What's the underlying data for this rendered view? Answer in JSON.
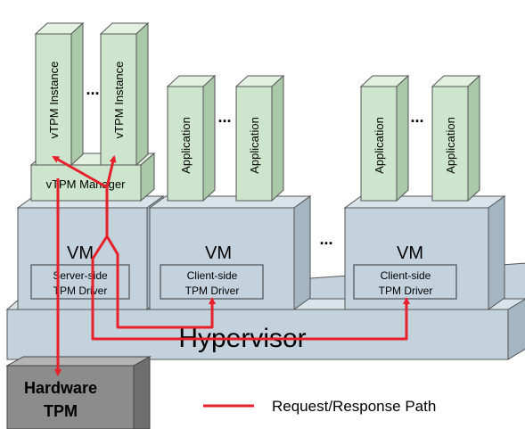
{
  "colors": {
    "vm_front": "#c3d2dc",
    "vm_top": "#d8e3ea",
    "vm_side": "#a4b6c2",
    "app_front": "#cce5cc",
    "app_top": "#e3f1e3",
    "app_side": "#a9c9a9",
    "hw_front": "#8c8c8c",
    "hw_top": "#b4b4b4",
    "path": "#e8202a"
  },
  "hypervisor": {
    "label": "Hypervisor"
  },
  "hardware": {
    "line1": "Hardware",
    "line2": "TPM"
  },
  "vms": [
    {
      "label": "VM",
      "driver_line1": "Server-side",
      "driver_line2": "TPM Driver",
      "manager": "vTPM Manager",
      "instances": [
        "vTPM Instance",
        "vTPM Instance"
      ]
    },
    {
      "label": "VM",
      "driver_line1": "Client-side",
      "driver_line2": "TPM Driver",
      "apps": [
        "Application",
        "Application"
      ]
    },
    {
      "label": "VM",
      "driver_line1": "Client-side",
      "driver_line2": "TPM Driver",
      "apps": [
        "Application",
        "Application"
      ]
    }
  ],
  "ellipsis": "...",
  "legend": {
    "label": "Request/Response Path"
  }
}
